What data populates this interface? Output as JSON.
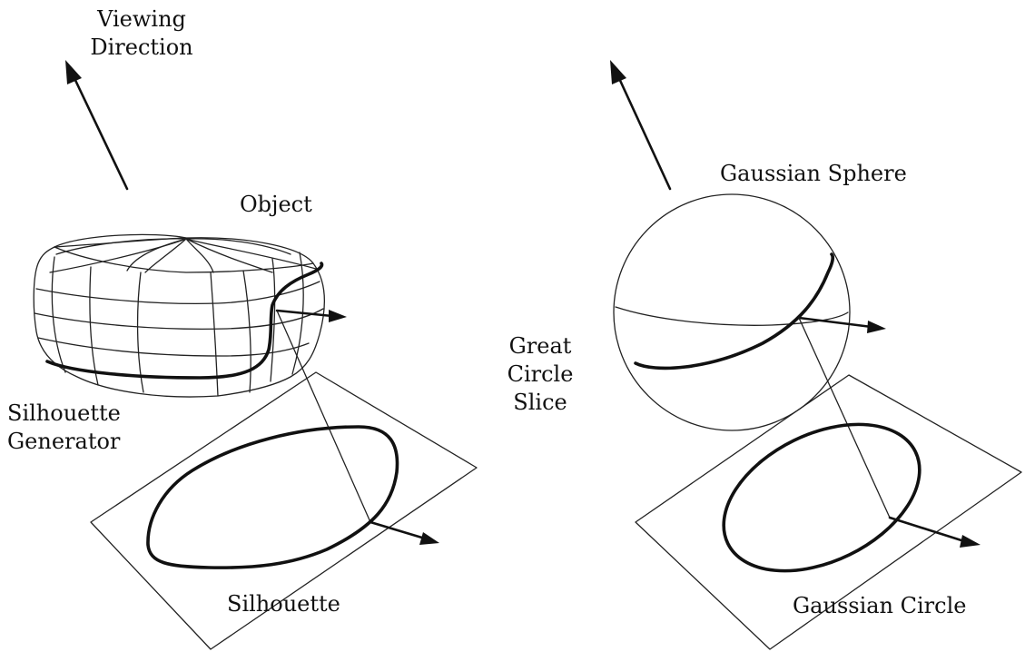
{
  "labels": {
    "viewing_direction_line1": "Viewing",
    "viewing_direction_line2": "Direction",
    "object": "Object",
    "silhouette_generator_line1": "Silhouette",
    "silhouette_generator_line2": "Generator",
    "silhouette": "Silhouette",
    "great_circle_line1": "Great",
    "great_circle_line2": "Circle",
    "great_circle_line3": "Slice",
    "gaussian_sphere": "Gaussian Sphere",
    "gaussian_circle": "Gaussian Circle"
  }
}
